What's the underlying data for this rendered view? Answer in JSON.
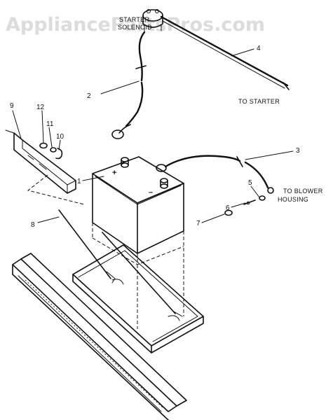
{
  "watermark": "AppliancePartsPros.com",
  "callouts": {
    "c1": "1",
    "c2": "2",
    "c3": "3",
    "c4": "4",
    "c5": "5",
    "c6": "6",
    "c7": "7",
    "c8": "8",
    "c9": "9",
    "c10": "10",
    "c11": "11",
    "c12": "12"
  },
  "notes": {
    "starter_solenoid_line1": "STARTER",
    "starter_solenoid_line2": "SOLENOID",
    "to_starter": "TO STARTER",
    "to_blower_line1": "TO BLOWER",
    "to_blower_line2": "HOUSING"
  },
  "terminals": {
    "positive": "+",
    "negative": "–"
  }
}
